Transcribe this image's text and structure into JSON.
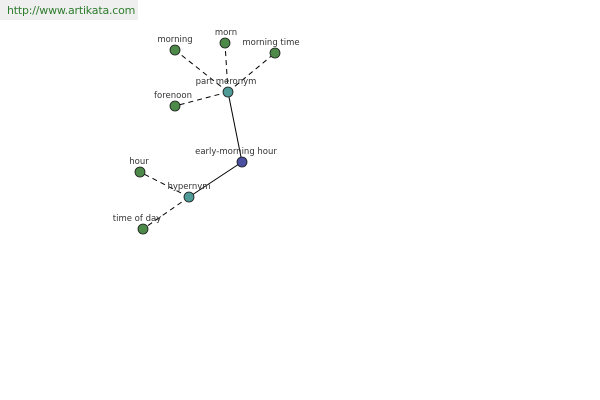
{
  "watermark": {
    "url": "http://www.artikata.com"
  },
  "colors": {
    "leaf": "#4d8a4a",
    "relation": "#4f9a96",
    "center": "#4b4fa0",
    "edge": "#000000"
  },
  "graph": {
    "center": "early-morning hour",
    "relations": [
      {
        "id": "part_meronym",
        "label": "part meronym",
        "terms": [
          "morning",
          "morn",
          "morning time",
          "forenoon"
        ]
      },
      {
        "id": "hypernym",
        "label": "hypernym",
        "terms": [
          "hour",
          "time of day"
        ]
      }
    ]
  }
}
